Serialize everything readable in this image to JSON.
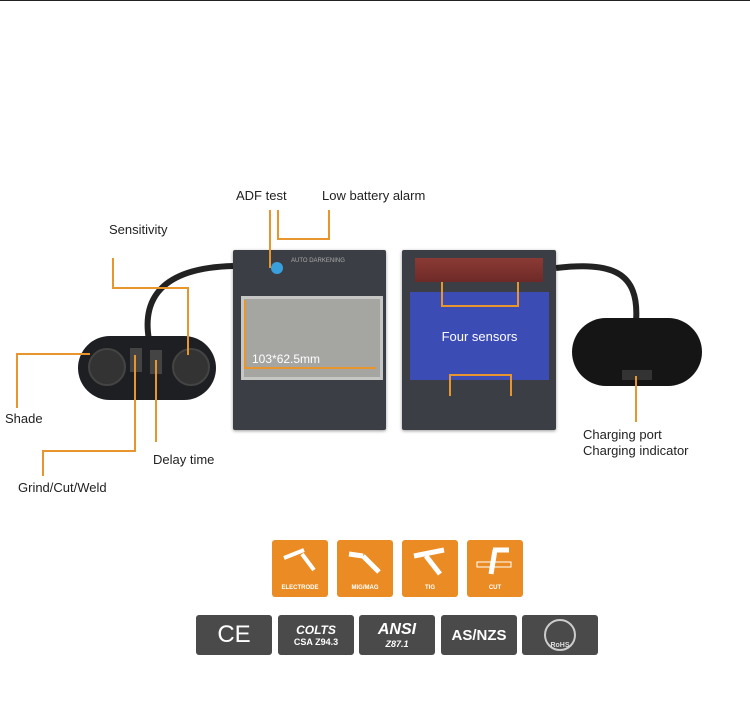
{
  "labels": {
    "adf_test": "ADF test",
    "low_battery": "Low battery alarm",
    "sensitivity": "Sensitivity",
    "shade": "Shade",
    "delay_time": "Delay time",
    "grind_cut_weld": "Grind/Cut/Weld",
    "charging_port": "Charging port",
    "charging_indicator": "Charging indicator",
    "window_size": "103*62.5mm",
    "four_sensors": "Four sensors"
  },
  "cartridge": {
    "brand_text": "AUTO DARKENING"
  },
  "processes": [
    {
      "label": "ELECTRODE"
    },
    {
      "label": "MIG/MAG"
    },
    {
      "label": "TIG"
    },
    {
      "label": "CUT"
    }
  ],
  "certs": [
    {
      "line1": "CE",
      "line2": ""
    },
    {
      "line1": "COLTS",
      "line2": "CSA Z94.3"
    },
    {
      "line1": "ANSI",
      "line2": "Z87.1"
    },
    {
      "line1": "AS/NZS",
      "line2": ""
    },
    {
      "line1": "RoHS",
      "line2": ""
    }
  ],
  "colors": {
    "accent": "#ea8c23",
    "cert": "#4a4a4a",
    "sensor": "#3c4cb5"
  }
}
